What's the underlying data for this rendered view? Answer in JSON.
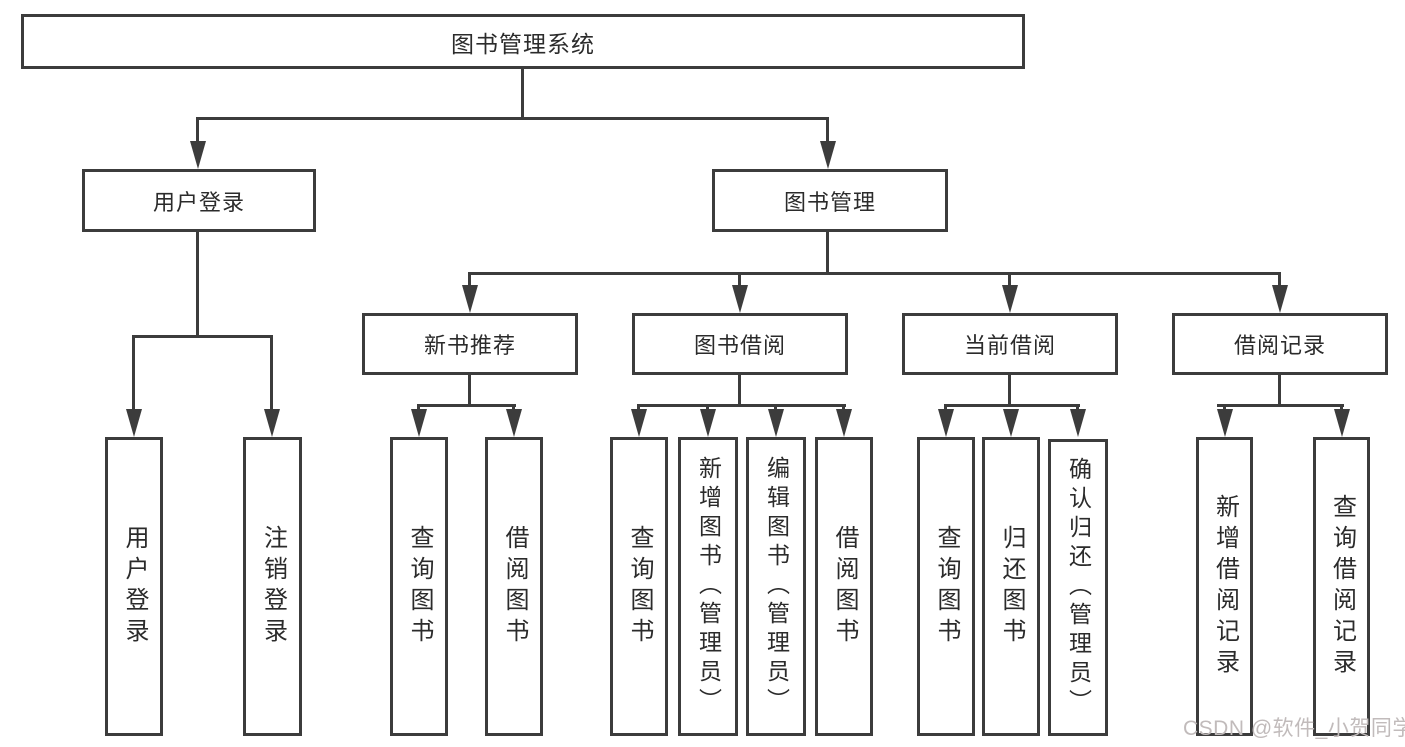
{
  "colors": {
    "line": "#3c3c3c",
    "text": "#2b2b2b",
    "bg": "#ffffff",
    "watermark": "#c1bbbb"
  },
  "tree": {
    "root": {
      "label": "图书管理系统"
    },
    "login": {
      "label": "用户登录",
      "children": [
        {
          "label": "用户登录"
        },
        {
          "label": "注销登录"
        }
      ]
    },
    "management": {
      "label": "图书管理",
      "children": [
        {
          "label": "新书推荐",
          "children": [
            {
              "label": "查询图书"
            },
            {
              "label": "借阅图书"
            }
          ]
        },
        {
          "label": "图书借阅",
          "children": [
            {
              "label": "查询图书"
            },
            {
              "label": "新增图书（管理员）"
            },
            {
              "label": "编辑图书（管理员）"
            },
            {
              "label": "借阅图书"
            }
          ]
        },
        {
          "label": "当前借阅",
          "children": [
            {
              "label": "查询图书"
            },
            {
              "label": "归还图书"
            },
            {
              "label": "确认归还（管理员）"
            }
          ]
        },
        {
          "label": "借阅记录",
          "children": [
            {
              "label": "新增借阅记录"
            },
            {
              "label": "查询借阅记录"
            }
          ]
        }
      ]
    }
  },
  "watermark": {
    "label": "CSDN @软件_小贺同学"
  }
}
